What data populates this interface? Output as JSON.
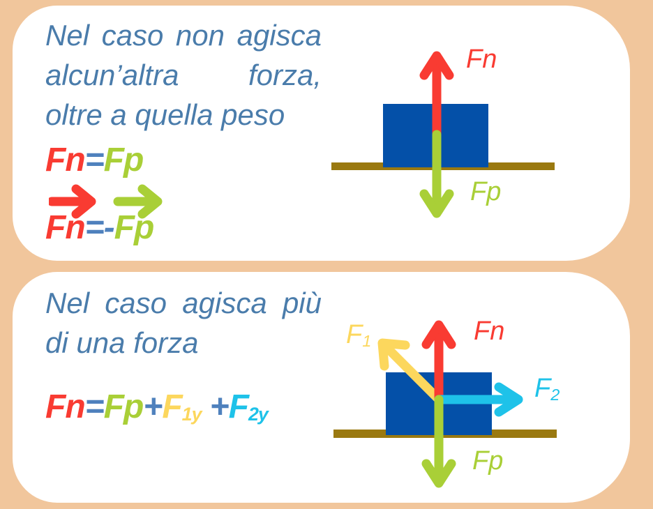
{
  "colors": {
    "bg": "#F1C69C",
    "card": "#FFFFFF",
    "text_blue": "#4A7CAB",
    "steel_blue": "#4F81BD",
    "red": "#F93B32",
    "green": "#A9CF37",
    "yellow": "#FCD75D",
    "cyan": "#1EC2E9",
    "block_blue": "#0450A8",
    "ground_brown": "#9A7910"
  },
  "card1": {
    "lines": [
      "Nel caso non agisca",
      "alcun’altra forza,",
      "oltre a quella peso"
    ],
    "eq1": {
      "fn": "Fn",
      "eq": "=",
      "fp": "Fp"
    },
    "eq2": {
      "fn": "Fn",
      "eq": "=-",
      "fp": "Fp"
    },
    "icons": [
      "red-right-vector-arrow",
      "green-right-vector-arrow"
    ],
    "diagram": {
      "fn_label": "Fn",
      "fp_label": "Fp"
    }
  },
  "card2": {
    "lines": [
      "Nel caso agisca più",
      "di una forza"
    ],
    "eq": {
      "fn": "Fn",
      "eq": "=",
      "fp": "Fp",
      "plus1": "+",
      "f1": "F",
      "f1_sub": "1y",
      "plus2": "+",
      "f2": "F",
      "f2_sub": "2y"
    },
    "diagram": {
      "fn_label": "Fn",
      "f1_label": "F",
      "f1_sub": "1",
      "f2_label": "F",
      "f2_sub": "2",
      "fp_label": "Fp"
    }
  }
}
